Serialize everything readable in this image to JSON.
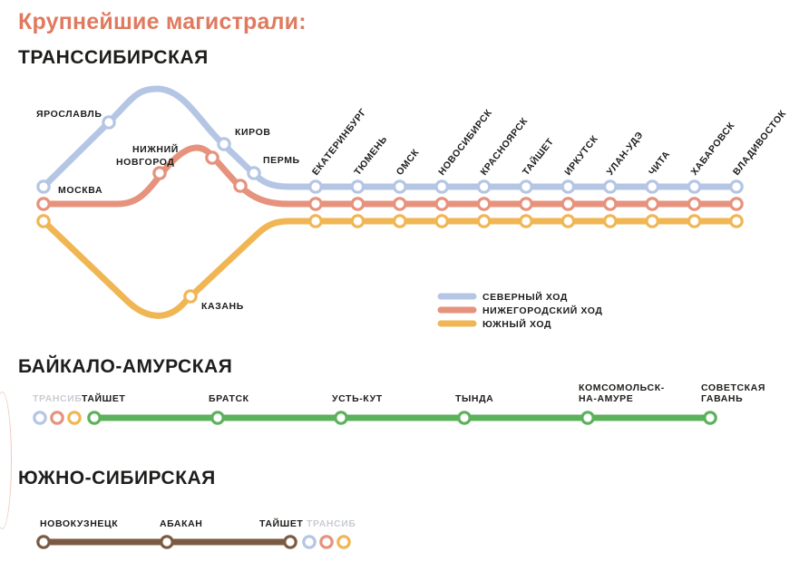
{
  "title": "Крупнейшие магистрали:",
  "colors": {
    "north": "#b5c6e4",
    "nizhny": "#e6927c",
    "south": "#f1b654",
    "bam": "#5cb15c",
    "south_sib": "#7b5a41",
    "text": "#1d1d1b",
    "title": "#e07a5f",
    "muted": "#c9ccd2"
  },
  "trans_sib": {
    "heading": "ТРАНССИБИРСКАЯ",
    "west_stations": {
      "yaroslavl": "ЯРОСЛАВЛЬ",
      "moskva": "МОСКВА",
      "nizhny_line1": "НИЖНИЙ",
      "nizhny_line2": "НОВГОРОД",
      "kirov": "КИРОВ",
      "perm": "ПЕРМЬ",
      "kazan": "КАЗАНЬ"
    },
    "east_stations": [
      "ЕКАТЕРИНБУРГ",
      "ТЮМЕНЬ",
      "ОМСК",
      "НОВОСИБИРСК",
      "КРАСНОЯРСК",
      "ТАЙШЕТ",
      "ИРКУТСК",
      "УЛАН-УДЭ",
      "ЧИТА",
      "ХАБАРОВСК",
      "ВЛАДИВОСТОК"
    ],
    "legend": [
      {
        "key": "north",
        "label": "СЕВЕРНЫЙ ХОД"
      },
      {
        "key": "nizhny",
        "label": "НИЖЕГОРОДСКИЙ ХОД"
      },
      {
        "key": "south",
        "label": "ЮЖНЫЙ ХОД"
      }
    ]
  },
  "bam": {
    "heading": "БАЙКАЛО-АМУРСКАЯ",
    "transsib_label": "ТРАНСИБ",
    "stations": [
      {
        "lines": [
          "ТАЙШЕТ"
        ]
      },
      {
        "lines": [
          "БРАТСК"
        ]
      },
      {
        "lines": [
          "УСТЬ-КУТ"
        ]
      },
      {
        "lines": [
          "ТЫНДА"
        ]
      },
      {
        "lines": [
          "КОМСОМОЛЬСК-",
          "НА-АМУРЕ"
        ]
      },
      {
        "lines": [
          "СОВЕТСКАЯ",
          "ГАВАНЬ"
        ]
      }
    ]
  },
  "south_sib": {
    "heading": "ЮЖНО-СИБИРСКАЯ",
    "transsib_label": "ТРАНСИБ",
    "stations": [
      "НОВОКУЗНЕЦК",
      "АБАКАН",
      "ТАЙШЕТ"
    ]
  }
}
